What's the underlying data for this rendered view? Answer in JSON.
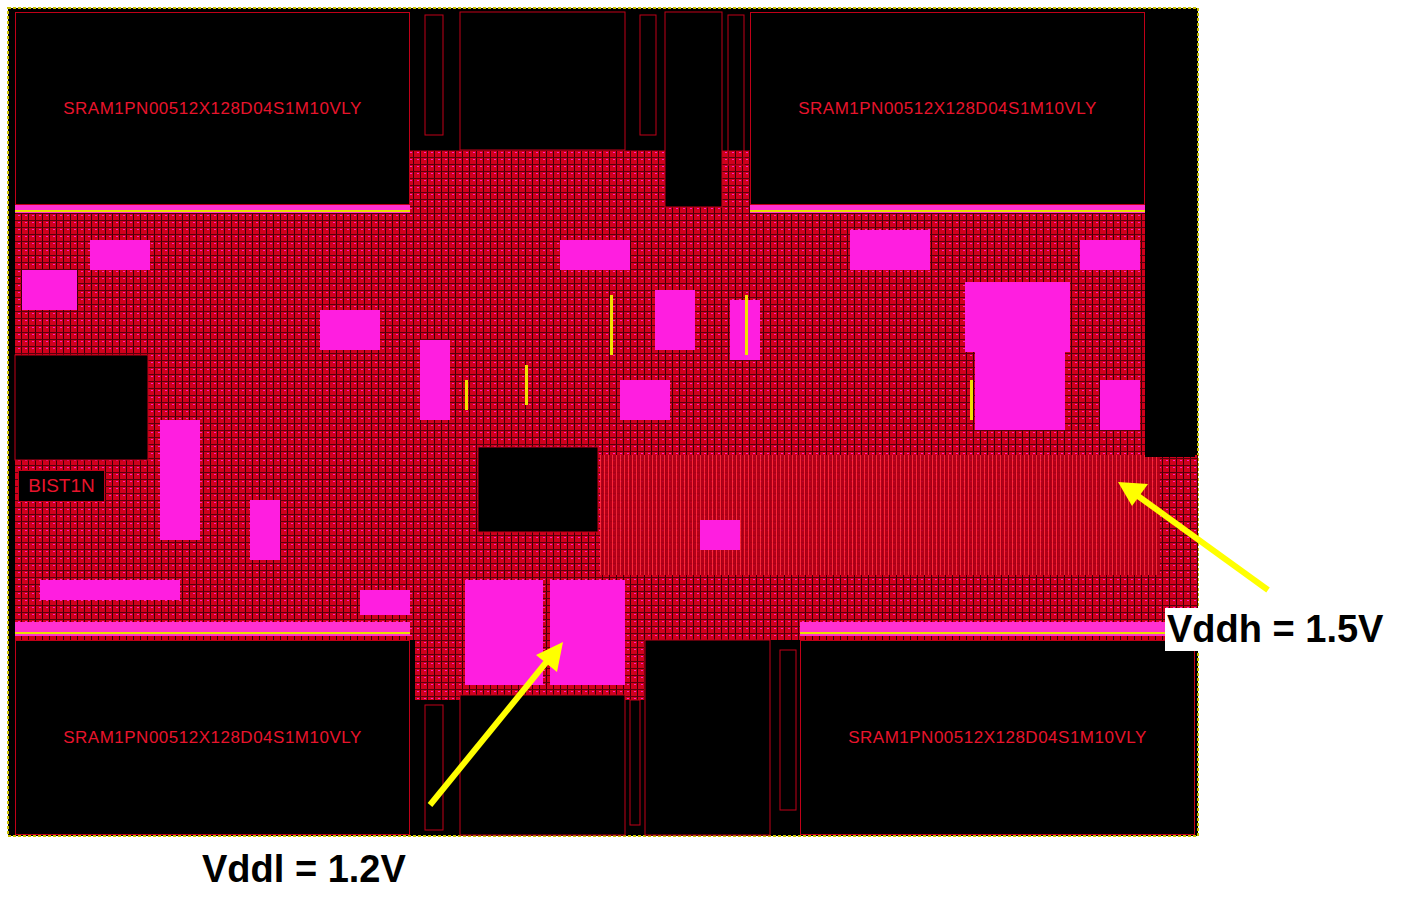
{
  "diagram": {
    "nodes": [
      {
        "text": [
          "SRAM1PN00512X128D04S1M10VLY"
        ]
      },
      {
        "text": [
          "SRAM1PN00512X128D04S1M10VLY"
        ]
      },
      {
        "text": [
          "BIST1N"
        ]
      },
      {
        "text": [
          "SRAM1PN00512X128D04S1M10VLY"
        ]
      },
      {
        "text": [
          "SRAM1PN00512X128D04S1M10VLY"
        ]
      }
    ],
    "labels": [
      "Vddh = 1.5V",
      "Vddl = 1.2V"
    ]
  }
}
